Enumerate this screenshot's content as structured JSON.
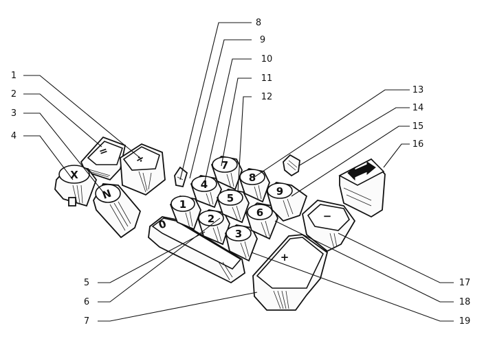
{
  "callouts": [
    "1",
    "2",
    "3",
    "4",
    "5",
    "6",
    "7",
    "8",
    "9",
    "10",
    "11",
    "12",
    "13",
    "14",
    "15",
    "16",
    "17",
    "18",
    "19"
  ],
  "keys": {
    "equals": "=",
    "divide": "÷",
    "times": "X",
    "n": "N",
    "zero": "0",
    "one": "1",
    "two": "2",
    "three": "3",
    "four": "4",
    "five": "5",
    "six": "6",
    "seven": "7",
    "eight": "8",
    "nine": "9",
    "minus": "−",
    "plus": "+"
  }
}
